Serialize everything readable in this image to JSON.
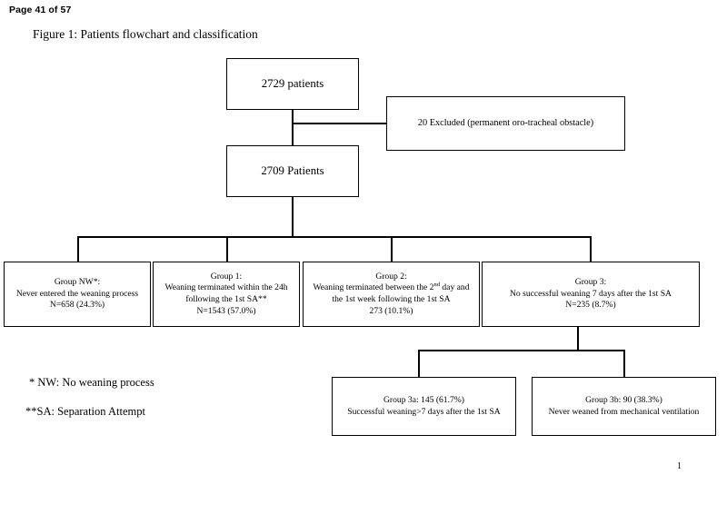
{
  "header": {
    "page_label": "Page 41 of 57",
    "figure_caption": "Figure 1: Patients flowchart and classification",
    "page_number": "1"
  },
  "flowchart": {
    "total": {
      "line1": "2729 patients"
    },
    "excluded": {
      "line1": "20 Excluded (permanent oro-tracheal obstacle)"
    },
    "included": {
      "line1": "2709 Patients"
    },
    "group_nw": {
      "line1": "Group NW*:",
      "line2": "Never entered the weaning process",
      "line3": "N=658 (24.3%)"
    },
    "group_1": {
      "line1": "Group 1:",
      "line2": "Weaning terminated within the 24h",
      "line3": "following the 1st SA**",
      "line4": "N=1543 (57.0%)"
    },
    "group_2": {
      "line1": "Group 2:",
      "line2_pre": "Weaning terminated between the 2",
      "line2_sup": "nd",
      "line2_post": " day and",
      "line3": "the 1st week following the 1st SA",
      "line4": "273 (10.1%)"
    },
    "group_3": {
      "line1": "Group 3:",
      "line2": "No successful weaning 7 days after the 1st SA",
      "line3": "N=235 (8.7%)"
    },
    "group_3a": {
      "line1": "Group 3a: 145 (61.7%)",
      "line2": "Successful weaning>7 days after the 1st SA"
    },
    "group_3b": {
      "line1": "Group 3b: 90 (38.3%)",
      "line2": "Never weaned from mechanical ventilation"
    }
  },
  "footnotes": {
    "nw": "* NW: No weaning process",
    "sa": "**SA: Separation Attempt"
  },
  "colors": {
    "ink": "#000000",
    "paper": "#ffffff"
  }
}
